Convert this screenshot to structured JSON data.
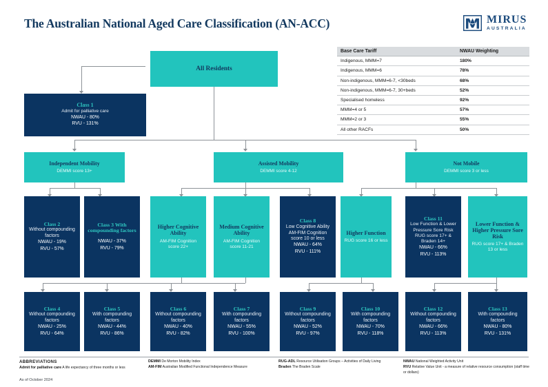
{
  "header": {
    "title": "The Australian National Aged Care Classification (AN-ACC)",
    "logo_name": "MIRUS",
    "logo_sub": "AUSTRALIA"
  },
  "colors": {
    "navy": "#0b3461",
    "teal": "#22c4bd",
    "heading_teal": "#2fc7c0",
    "title_blue": "#13395f",
    "connector": "#8d9297"
  },
  "tariff_table": {
    "headers": [
      "Base Care Tariff",
      "NWAU Weighting"
    ],
    "rows": [
      [
        "Indigenous, MMM=7",
        "180%"
      ],
      [
        "Indigenous, MMM=6",
        "78%"
      ],
      [
        "Non-indigenous, MMM=6-7, <30beds",
        "68%"
      ],
      [
        "Non-indigenous, MMM=6-7, 30+beds",
        "52%"
      ],
      [
        "Specialised homeless",
        "92%"
      ],
      [
        "MMM=4 or 5",
        "57%"
      ],
      [
        "MMM=2 or 3",
        "55%"
      ],
      [
        "All other RACFs",
        "50%"
      ]
    ]
  },
  "nodes": {
    "all_residents": {
      "heading": "All Residents"
    },
    "class1": {
      "heading": "Class 1",
      "sub": "Admit for palliative care",
      "nwau": "NWAU - 80%",
      "rvu": "RVU - 131%"
    },
    "independent_mobility": {
      "heading": "Independent Mobility",
      "sub": "DEMMI score 13+"
    },
    "assisted_mobility": {
      "heading": "Assisted Mobility",
      "sub": "DEMMI score 4-12"
    },
    "not_mobile": {
      "heading": "Not Mobile",
      "sub": "DEMMI score 3 or less"
    },
    "class2": {
      "heading": "Class 2",
      "sub": "Without compounding factors",
      "nwau": "NWAU - 19%",
      "rvu": "RVU - 57%"
    },
    "class3": {
      "heading": "Class 3",
      "sub": "With compounding factors",
      "heading_inline": "Class 3 With compounding factors",
      "nwau": "NWAU - 37%",
      "rvu": "RVU - 79%"
    },
    "higher_cognitive": {
      "heading": "Higher Cognitive Ability",
      "sub": "AM-FIM Cognition score 22+"
    },
    "medium_cognitive": {
      "heading": "Medium Cognitive Ability",
      "sub": "AM-FIM Cognition score 11-21"
    },
    "class8": {
      "heading": "Class 8",
      "sub": "Low Cognitive Ability AM-FIM Cognition score 10 or less",
      "nwau": "NWAU - 64%",
      "rvu": "RVU - 111%"
    },
    "higher_function": {
      "heading": "Higher Function",
      "sub": "RUG score 16 or less"
    },
    "class11": {
      "heading": "Class 11",
      "sub": "Low Function & Lower Pressure Sore Risk RUG score 17+ & Braden 14+",
      "nwau": "NWAU - 66%",
      "rvu": "RVU - 113%"
    },
    "lower_function": {
      "heading": "Lower Function & Higher Pressure Sore Risk",
      "sub": "RUG score 17+ & Braden 13 or less"
    },
    "class4": {
      "heading": "Class 4",
      "sub": "Without compounding factors",
      "nwau": "NWAU - 25%",
      "rvu": "RVU - 64%"
    },
    "class5": {
      "heading": "Class 5",
      "sub": "With compounding factors",
      "nwau": "NWAU - 44%",
      "rvu": "RVU - 86%"
    },
    "class6": {
      "heading": "Class 6",
      "sub": "Without compounding factors",
      "nwau": "NWAU - 40%",
      "rvu": "RVU - 82%"
    },
    "class7": {
      "heading": "Class 7",
      "sub": "With compounding factors",
      "nwau": "NWAU - 55%",
      "rvu": "RVU - 100%"
    },
    "class9": {
      "heading": "Class 9",
      "sub": "Without compounding factors",
      "nwau": "NWAU - 52%",
      "rvu": "RVU - 97%"
    },
    "class10": {
      "heading": "Class 10",
      "sub": "With compounding factors",
      "nwau": "NWAU - 70%",
      "rvu": "RVU - 118%"
    },
    "class12": {
      "heading": "Class 12",
      "sub": "Without compounding factors",
      "nwau": "NWAU - 66%",
      "rvu": "RVU - 113%"
    },
    "class13": {
      "heading": "Class 13",
      "sub": "With compounding factors",
      "nwau": "NWAU - 80%",
      "rvu": "RVU - 131%"
    }
  },
  "footer": {
    "abbrev_heading": "ABBREVIATIONS",
    "col1": [
      {
        "term": "Admit for palliative care",
        "def": "A life expectancy of three months or less"
      }
    ],
    "col2": [
      {
        "term": "DEMMI",
        "def": "De Morton Mobility Index"
      },
      {
        "term": "AM-FIM",
        "def": "Australian Modified Functional Independence Measure"
      }
    ],
    "col3": [
      {
        "term": "RUG-ADL",
        "def": "Resource Utilisation Groups – Activities of Daily Living"
      },
      {
        "term": "Braden",
        "def": "The Braden Scale"
      }
    ],
    "col4": [
      {
        "term": "NWAU",
        "def": "National Weighted Activity Unit"
      },
      {
        "term": "RVU",
        "def": "Relative Value Unit - a measure of relative resource consumption (staff time or dollars)"
      }
    ],
    "as_of": "As of October 2024"
  }
}
